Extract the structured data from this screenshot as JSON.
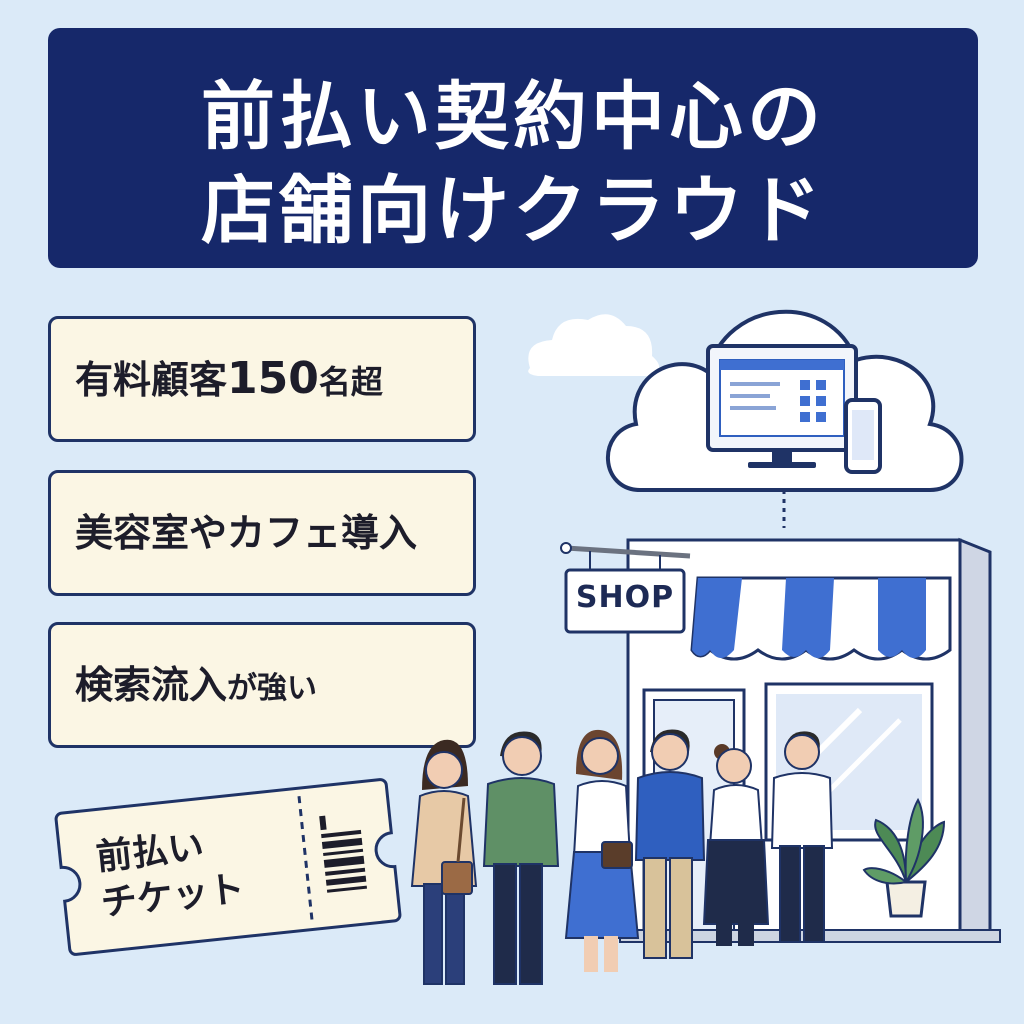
{
  "header": {
    "title_line1": "前払い契約中心の",
    "title_line2": "店舗向けクラウド"
  },
  "features": [
    {
      "label_main": "有料顧客",
      "label_number": "150",
      "label_suffix": "名超"
    },
    {
      "label": "美容室やカフェ導入"
    },
    {
      "label_main": "検索流入",
      "label_suffix": "が強い"
    }
  ],
  "ticket": {
    "line1": "前払い",
    "line2": "チケット"
  },
  "shop": {
    "sign_text": "SHOP"
  },
  "colors": {
    "background": "#dbeaf8",
    "navy": "#16286a",
    "cream": "#fbf6e4",
    "accent_blue": "#3f6fd1"
  },
  "icons": [
    "cloud-icon",
    "monitor-icon",
    "smartphone-icon",
    "barcode-icon",
    "plant-icon"
  ]
}
